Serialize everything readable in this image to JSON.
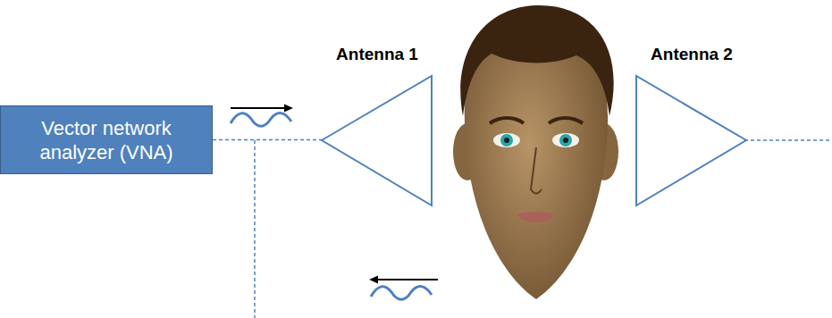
{
  "diagram": {
    "nodes": [
      {
        "text": [
          "Vector network analyzer (VNA)"
        ]
      },
      {
        "text": [
          "Antenna 1"
        ]
      },
      {
        "text": [
          "Antenna 2"
        ]
      }
    ],
    "edges": [
      {
        "from": 0,
        "to": 1,
        "arrow": "none"
      }
    ]
  }
}
